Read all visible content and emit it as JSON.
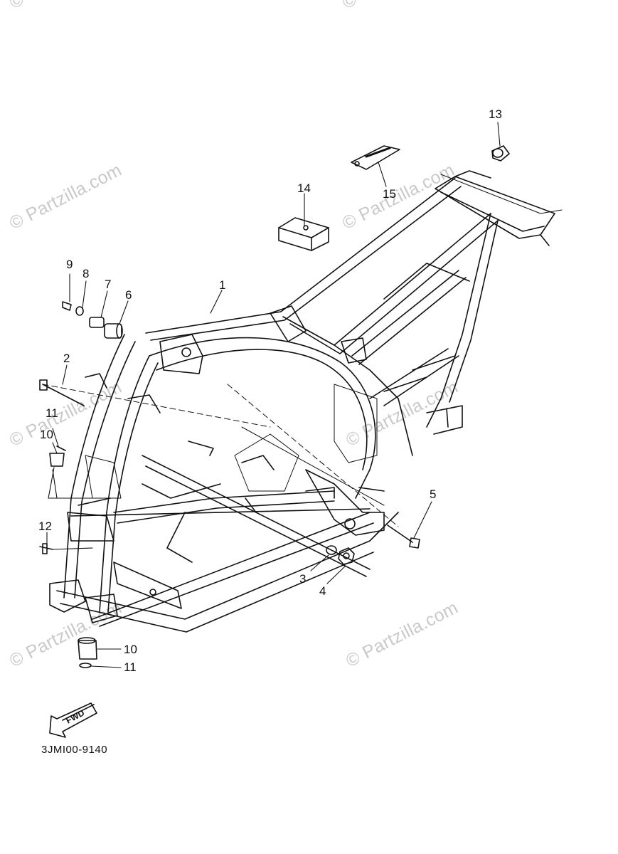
{
  "watermark": {
    "text": "© Partzilla.com"
  },
  "callouts": {
    "c1": "1",
    "c2": "2",
    "c3": "3",
    "c4": "4",
    "c5": "5",
    "c6": "6",
    "c7": "7",
    "c8": "8",
    "c9": "9",
    "c10a": "10",
    "c10b": "10",
    "c11a": "11",
    "c11b": "11",
    "c12": "12",
    "c13": "13",
    "c14": "14",
    "c15": "15"
  },
  "fwd_badge": "FWD",
  "diagram_code": "3JMI00-9140"
}
